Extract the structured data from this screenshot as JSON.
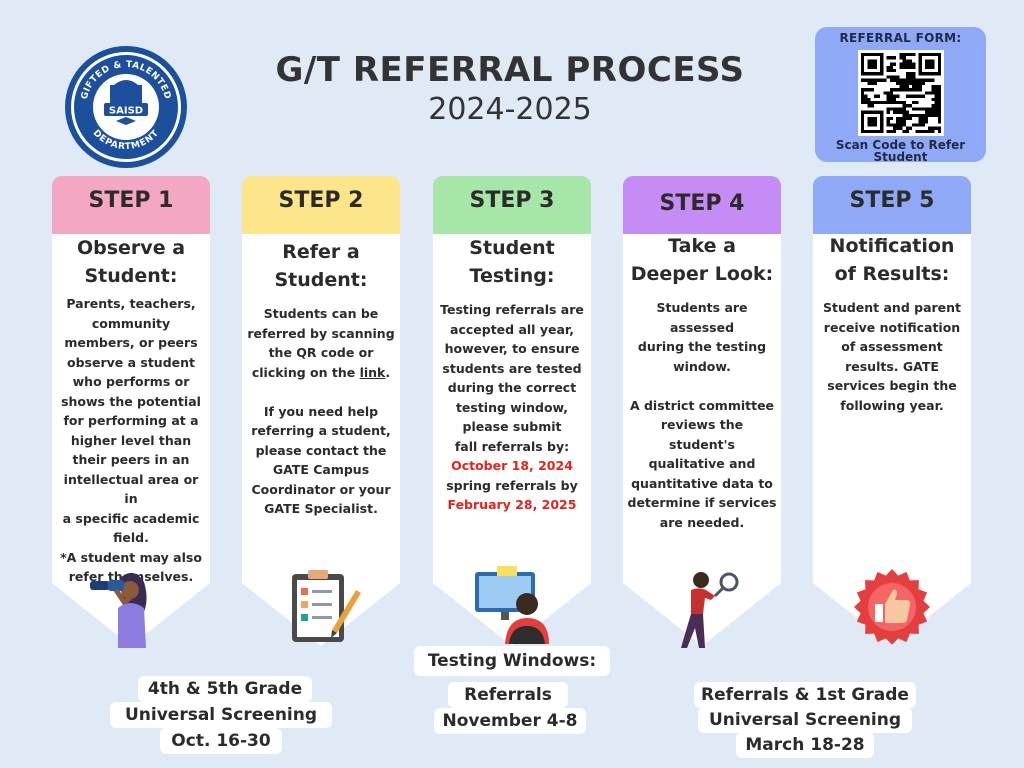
{
  "header": {
    "title": "G/T REFERRAL PROCESS",
    "years": "2024-2025"
  },
  "logo": {
    "top_text": "GIFTED & TALENTED",
    "center_text": "SAISD",
    "bottom_text": "DEPARTMENT",
    "colors": {
      "ring": "#1c4f9c",
      "fill": "#ffffff"
    }
  },
  "qr": {
    "heading": "REFERRAL FORM:",
    "caption": "Scan Code to Refer Student",
    "color": "#8fa9f6"
  },
  "steps": [
    {
      "label": "STEP 1",
      "color": "#f4a7c3",
      "heading": [
        "Observe a",
        "Student:"
      ],
      "lines": [
        "Parents, teachers,",
        "community",
        "members, or peers",
        "observe a student",
        "who performs or",
        "shows the potential",
        "for performing at a",
        "higher level than",
        "their peers in an",
        "intellectual area or in",
        "a specific academic",
        "field.",
        "*A student may also",
        "refer themselves."
      ],
      "icon": "person-with-binoculars-icon"
    },
    {
      "label": "STEP 2",
      "color": "#fde68a",
      "heading": [
        "Refer a",
        "Student:"
      ],
      "lines_a": [
        "Students can be",
        "referred by scanning",
        "the QR code or"
      ],
      "line_link_prefix": "clicking on the ",
      "line_link_word": "link",
      "line_link_suffix": ".",
      "lines_b": [
        "If you need help",
        "referring a student,",
        "please contact the",
        "GATE Campus",
        "Coordinator or your",
        "GATE Specialist."
      ],
      "icon": "clipboard-checklist-icon"
    },
    {
      "label": "STEP 3",
      "color": "#a6e6a8",
      "heading": [
        "Student",
        "Testing:"
      ],
      "lines": [
        "Testing referrals are",
        "accepted all year,",
        "however, to ensure",
        "students are tested",
        "during the correct",
        "testing window,",
        "please submit",
        "fall referrals by:"
      ],
      "date1": "October 18, 2024",
      "line_mid": "spring referrals by",
      "date2": "February 28, 2025",
      "icon": "student-at-computer-icon"
    },
    {
      "label": "STEP 4",
      "color": "#c58cf5",
      "heading": [
        "Take a",
        "Deeper Look:"
      ],
      "lines_a": [
        "Students are assessed",
        "during the testing",
        "window."
      ],
      "lines_b": [
        "A district committee",
        "reviews the student's",
        "qualitative and",
        "quantitative data to",
        "determine if services",
        "are needed."
      ],
      "icon": "person-with-magnifier-icon"
    },
    {
      "label": "STEP 5",
      "color": "#8fa9f6",
      "heading": [
        "Notification",
        "of Results:"
      ],
      "lines": [
        "Student and parent",
        "receive notification",
        "of assessment",
        "results. GATE",
        "services begin the",
        "following year."
      ],
      "icon": "thumbs-up-badge-icon"
    }
  ],
  "windows": {
    "heading": "Testing Windows:",
    "left": {
      "lines": [
        "4th & 5th Grade",
        "Universal Screening"
      ],
      "date": "Oct. 16-30"
    },
    "center": {
      "lines": [
        "Referrals"
      ],
      "date": "November 4-8"
    },
    "right": {
      "lines": [
        "Referrals & 1st Grade",
        "Universal Screening"
      ],
      "date": "March 18-28"
    }
  }
}
